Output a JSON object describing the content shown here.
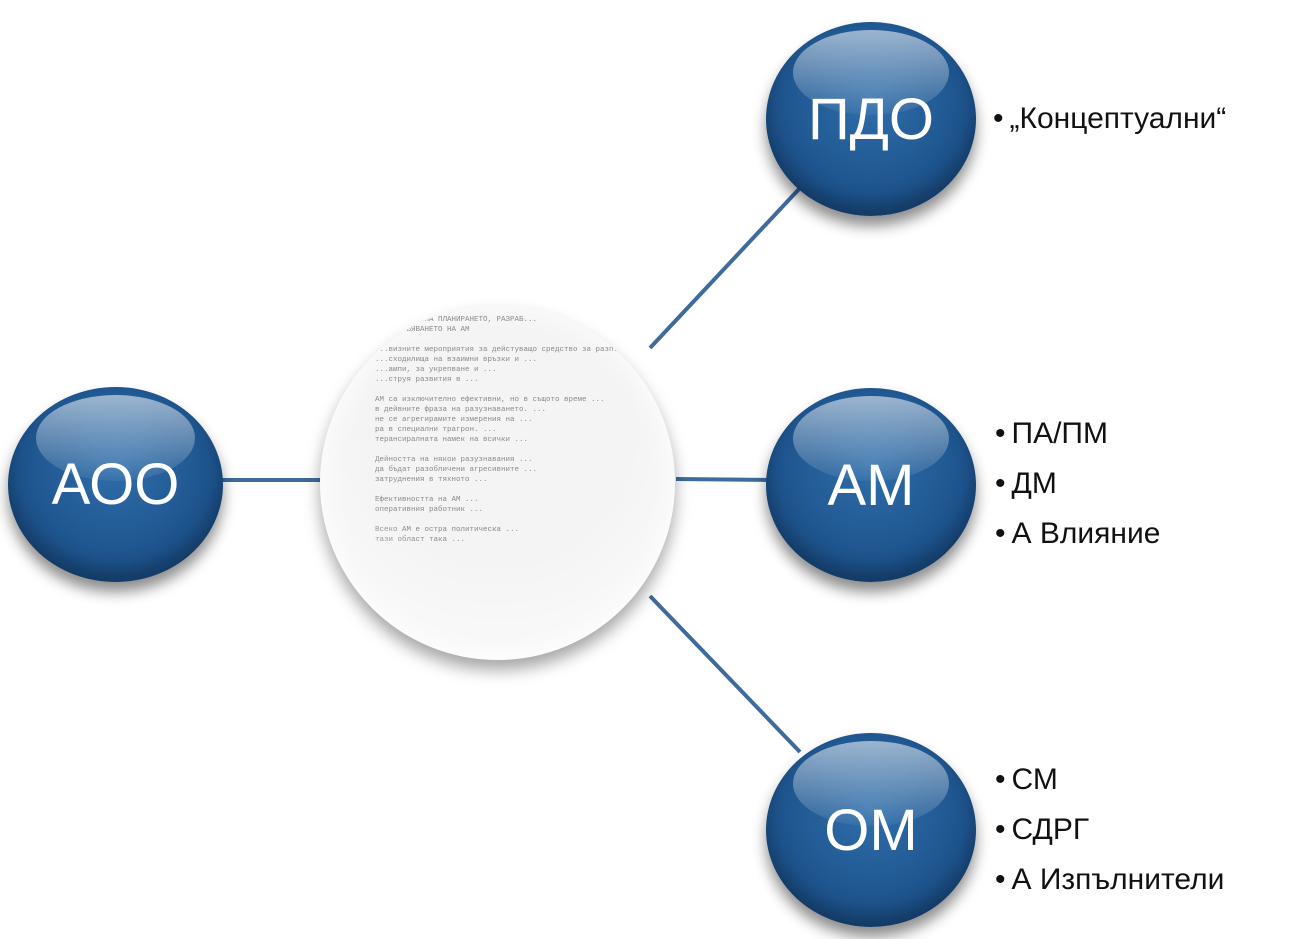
{
  "nodes": {
    "left": "АОО",
    "top": "ПДО",
    "middle": "АМ",
    "bottom": "ОМ"
  },
  "center_document": {
    "lines": [
      "ИЗКУСТВОТО НА ПЛАНИРАНЕТО, РАЗРАБ...",
      "ОСЪЩЕСТВЯВАНЕТО НА АМ",
      "",
      "...визните мероприятия за дейстуващо средство за разп...",
      "...сходилища на взаимни връзки и ...",
      "...ампи, за укрепване и ...",
      "...струя развития в ...",
      "",
      "АМ са изключително ефективни, но в същото време ...",
      "в дейвните фраза на разузнаването. ...",
      "не се агрегирамите измерения на ...",
      "ра в специални трагрон. ...",
      "терансиралната намек на всички ...",
      "",
      "Дейността на някои разузнавания ...",
      "да бъдат разобличени агресивните ...",
      "затруднения в тяхното ...",
      "",
      "Ефективността на АМ ...",
      "оперативния работник ...",
      "",
      "Всеко АМ е остра политическа ...",
      "тази област така ..."
    ]
  },
  "bullets": {
    "top": [
      "„Концептуални“"
    ],
    "middle": [
      "ПА/ПМ",
      "ДМ",
      "А Влияние"
    ],
    "bottom": [
      "СМ",
      "СДРГ",
      "А Изпълнители"
    ]
  }
}
